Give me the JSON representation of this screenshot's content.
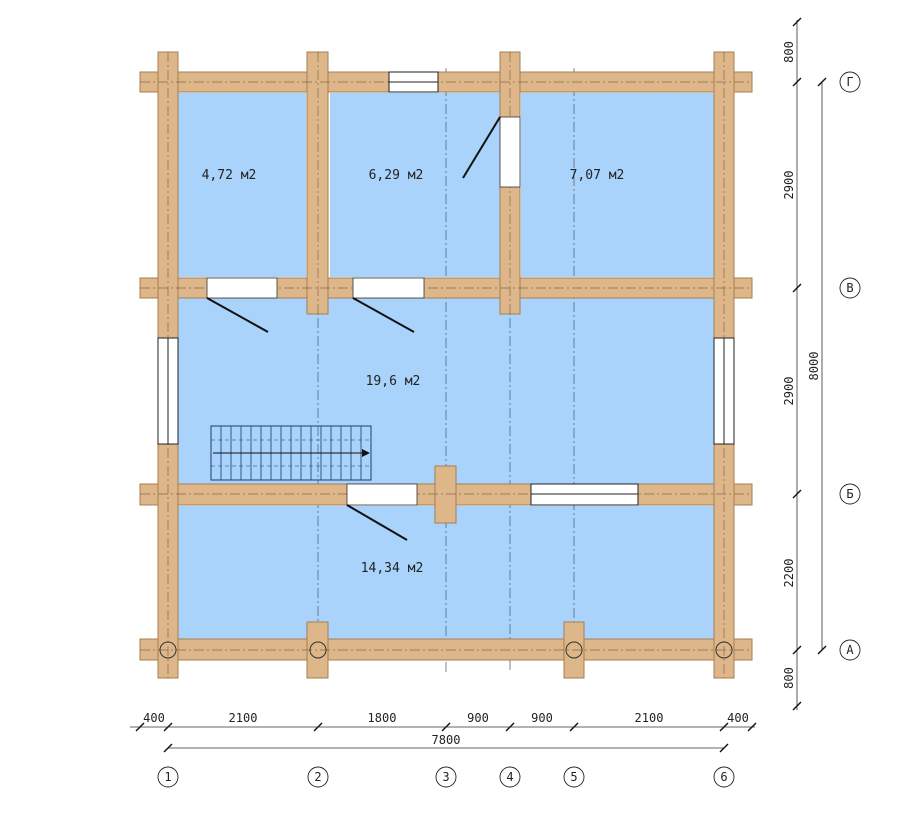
{
  "colors": {
    "room_fill": "#aad3fc",
    "wall": "#ddb68a",
    "wall_stroke": "#a77d52",
    "line": "#111111",
    "axis_line": "#556677"
  },
  "rooms": [
    {
      "id": "room-1",
      "area": "4,72 м2"
    },
    {
      "id": "room-2",
      "area": "6,29 м2"
    },
    {
      "id": "room-3",
      "area": "7,07 м2"
    },
    {
      "id": "room-4",
      "area": "19,6 м2"
    },
    {
      "id": "room-5",
      "area": "14,34 м2"
    }
  ],
  "horizontal_dimensions": [
    "400",
    "2100",
    "1800",
    "900",
    "900",
    "2100",
    "400"
  ],
  "total_width": "7800",
  "vertical_dimensions": [
    "800",
    "2900",
    "2900",
    "2200",
    "800"
  ],
  "total_height": "8000",
  "column_axes": [
    "1",
    "2",
    "3",
    "4",
    "5",
    "6"
  ],
  "row_axes": [
    "Г",
    "В",
    "Б",
    "А"
  ]
}
